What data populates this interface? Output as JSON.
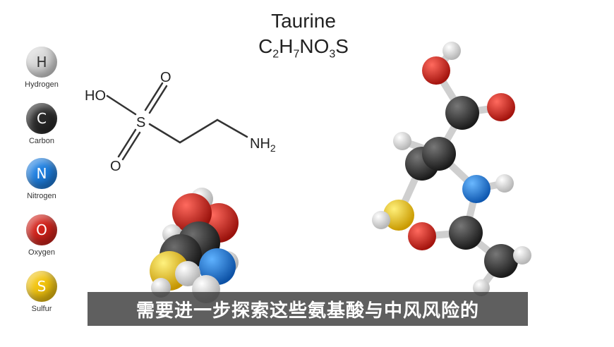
{
  "legend": [
    {
      "symbol": "H",
      "label": "Hydrogen",
      "color": "#d8d8d8",
      "text_color": "#333333"
    },
    {
      "symbol": "C",
      "label": "Carbon",
      "color": "#2a2a2a",
      "text_color": "#ffffff"
    },
    {
      "symbol": "N",
      "label": "Nitrogen",
      "color": "#1e7fe0",
      "text_color": "#ffffff"
    },
    {
      "symbol": "O",
      "label": "Oxygen",
      "color": "#d2231b",
      "text_color": "#ffffff"
    },
    {
      "symbol": "S",
      "label": "Sulfur",
      "color": "#f2c40f",
      "text_color": "#ffffff"
    }
  ],
  "title": {
    "name": "Taurine",
    "formula_parts": [
      "C",
      "2",
      "H",
      "7",
      "NO",
      "3",
      "S"
    ]
  },
  "structure": {
    "ho": "HO",
    "s": "S",
    "o_top": "O",
    "o_bottom": "O",
    "nh2": "NH",
    "nh2_sub": "2"
  },
  "caption": "需要进一步探索这些氨基酸与中风风险的"
}
